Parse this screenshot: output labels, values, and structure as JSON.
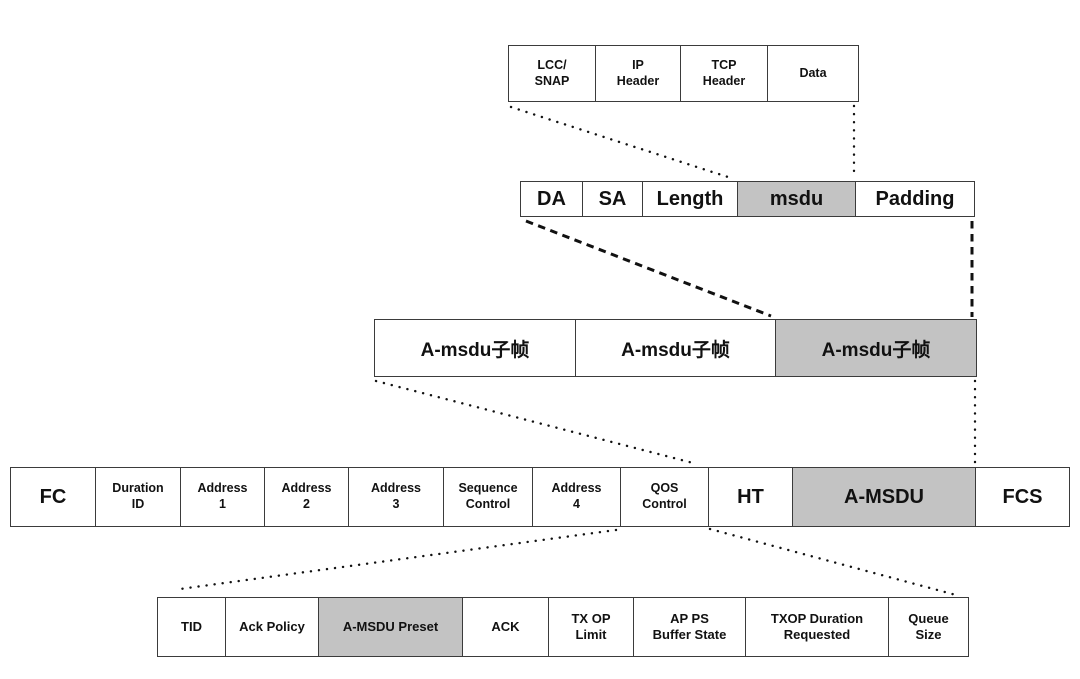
{
  "colors": {
    "background": "#ffffff",
    "cell_fill": "#ffffff",
    "shaded_cell_fill": "#c3c3c3",
    "border": "#3b3b3b",
    "connector": "#111111",
    "text": "#111111"
  },
  "rows": [
    {
      "name": "msdu-payload-row",
      "cells": [
        {
          "label": "LCC/\nSNAP"
        },
        {
          "label": "IP\nHeader"
        },
        {
          "label": "TCP\nHeader"
        },
        {
          "label": "Data"
        }
      ]
    },
    {
      "name": "amsdu-subframe-structure-row",
      "cells": [
        {
          "label": "DA"
        },
        {
          "label": "SA"
        },
        {
          "label": "Length"
        },
        {
          "label": "msdu",
          "shaded": true
        },
        {
          "label": "Padding"
        }
      ]
    },
    {
      "name": "amsdu-aggregate-row",
      "cells": [
        {
          "label": "A-msdu子帧"
        },
        {
          "label": "A-msdu子帧"
        },
        {
          "label": "A-msdu子帧",
          "shaded": true
        }
      ]
    },
    {
      "name": "mac-frame-row",
      "cells": [
        {
          "label": "FC"
        },
        {
          "label": "Duration\nID"
        },
        {
          "label": "Address\n1"
        },
        {
          "label": "Address\n2"
        },
        {
          "label": "Address\n3"
        },
        {
          "label": "Sequence\nControl"
        },
        {
          "label": "Address\n4"
        },
        {
          "label": "QOS\nControl"
        },
        {
          "label": "HT"
        },
        {
          "label": "A-MSDU",
          "shaded": true
        },
        {
          "label": "FCS"
        }
      ]
    },
    {
      "name": "qos-control-field-row",
      "cells": [
        {
          "label": "TID"
        },
        {
          "label": "Ack Policy"
        },
        {
          "label": "A-MSDU Preset",
          "shaded": true
        },
        {
          "label": "ACK"
        },
        {
          "label": "TX OP\nLimit"
        },
        {
          "label": "AP PS\nBuffer State"
        },
        {
          "label": "TXOP Duration\nRequested"
        },
        {
          "label": "Queue\nSize"
        }
      ]
    }
  ]
}
